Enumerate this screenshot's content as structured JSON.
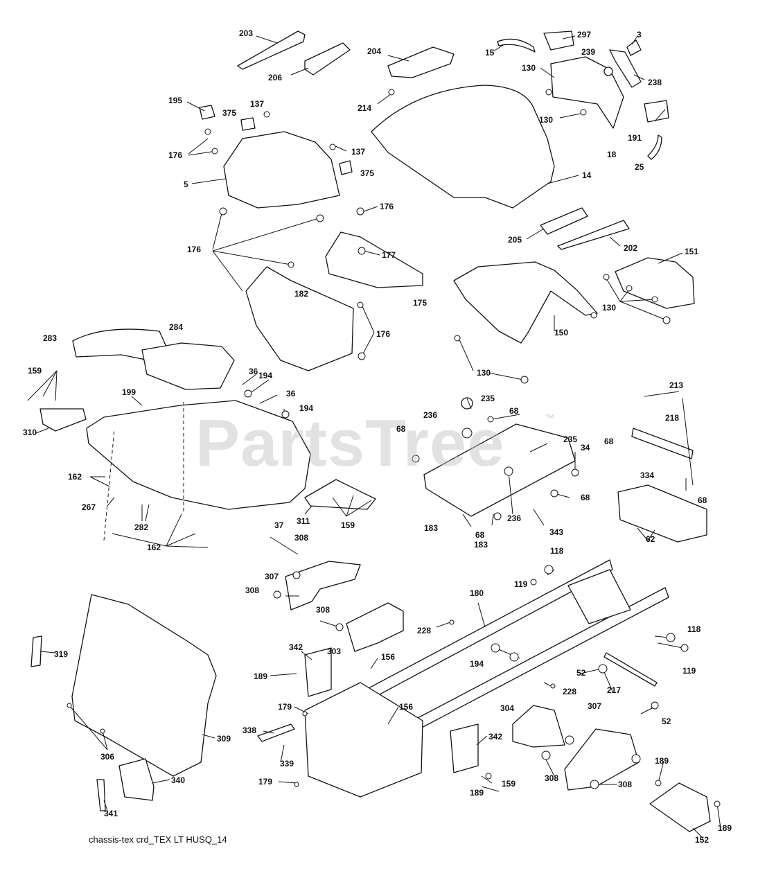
{
  "watermark": "PartsTree",
  "trademark": "™",
  "caption": "chassis-tex crd_TEX LT HUSQ_14",
  "callouts": [
    {
      "id": "c203",
      "text": "203"
    },
    {
      "id": "c206",
      "text": "206"
    },
    {
      "id": "c204",
      "text": "204"
    },
    {
      "id": "c15",
      "text": "15"
    },
    {
      "id": "c297",
      "text": "297"
    },
    {
      "id": "c3",
      "text": "3"
    },
    {
      "id": "c239",
      "text": "239"
    },
    {
      "id": "c238",
      "text": "238"
    },
    {
      "id": "c130a",
      "text": "130"
    },
    {
      "id": "c214",
      "text": "214"
    },
    {
      "id": "c130b",
      "text": "130"
    },
    {
      "id": "c191",
      "text": "191"
    },
    {
      "id": "c18",
      "text": "18"
    },
    {
      "id": "c25",
      "text": "25"
    },
    {
      "id": "c195",
      "text": "195"
    },
    {
      "id": "c375a",
      "text": "375"
    },
    {
      "id": "c137a",
      "text": "137"
    },
    {
      "id": "c176a",
      "text": "176"
    },
    {
      "id": "c137b",
      "text": "137"
    },
    {
      "id": "c375b",
      "text": "375"
    },
    {
      "id": "c5",
      "text": "5"
    },
    {
      "id": "c14",
      "text": "14"
    },
    {
      "id": "c176b",
      "text": "176"
    },
    {
      "id": "c176c",
      "text": "176"
    },
    {
      "id": "c177",
      "text": "177"
    },
    {
      "id": "c205",
      "text": "205"
    },
    {
      "id": "c202",
      "text": "202"
    },
    {
      "id": "c151",
      "text": "151"
    },
    {
      "id": "c175",
      "text": "175"
    },
    {
      "id": "c182",
      "text": "182"
    },
    {
      "id": "c130c",
      "text": "130"
    },
    {
      "id": "c150",
      "text": "150"
    },
    {
      "id": "c283",
      "text": "283"
    },
    {
      "id": "c284",
      "text": "284"
    },
    {
      "id": "c176d",
      "text": "176"
    },
    {
      "id": "c130d",
      "text": "130"
    },
    {
      "id": "c159a",
      "text": "159"
    },
    {
      "id": "c36a",
      "text": "36"
    },
    {
      "id": "c194a",
      "text": "194"
    },
    {
      "id": "c36b",
      "text": "36"
    },
    {
      "id": "c199",
      "text": "199"
    },
    {
      "id": "c194b",
      "text": "194"
    },
    {
      "id": "c235a",
      "text": "235"
    },
    {
      "id": "c213",
      "text": "213"
    },
    {
      "id": "c236a",
      "text": "236"
    },
    {
      "id": "c68a",
      "text": "68"
    },
    {
      "id": "c218",
      "text": "218"
    },
    {
      "id": "c310",
      "text": "310"
    },
    {
      "id": "c68b",
      "text": "68"
    },
    {
      "id": "c235b",
      "text": "235"
    },
    {
      "id": "c68c",
      "text": "68"
    },
    {
      "id": "c34",
      "text": "34"
    },
    {
      "id": "c162a",
      "text": "162"
    },
    {
      "id": "c334",
      "text": "334"
    },
    {
      "id": "c267",
      "text": "267"
    },
    {
      "id": "c68d",
      "text": "68"
    },
    {
      "id": "c68e",
      "text": "68"
    },
    {
      "id": "c282",
      "text": "282"
    },
    {
      "id": "c37",
      "text": "37"
    },
    {
      "id": "c311",
      "text": "311"
    },
    {
      "id": "c159b",
      "text": "159"
    },
    {
      "id": "c183a",
      "text": "183"
    },
    {
      "id": "c68f",
      "text": "68"
    },
    {
      "id": "c236b",
      "text": "236"
    },
    {
      "id": "c343",
      "text": "343"
    },
    {
      "id": "c162b",
      "text": "162"
    },
    {
      "id": "c62",
      "text": "62"
    },
    {
      "id": "c183b",
      "text": "183"
    },
    {
      "id": "c308a",
      "text": "308"
    },
    {
      "id": "c118a",
      "text": "118"
    },
    {
      "id": "c307a",
      "text": "307"
    },
    {
      "id": "c119a",
      "text": "119"
    },
    {
      "id": "c308b",
      "text": "308"
    },
    {
      "id": "c180",
      "text": "180"
    },
    {
      "id": "c308c",
      "text": "308"
    },
    {
      "id": "c228a",
      "text": "228"
    },
    {
      "id": "c118b",
      "text": "118"
    },
    {
      "id": "c319",
      "text": "319"
    },
    {
      "id": "c342a",
      "text": "342"
    },
    {
      "id": "c303",
      "text": "303"
    },
    {
      "id": "c156a",
      "text": "156"
    },
    {
      "id": "c194c",
      "text": "194"
    },
    {
      "id": "c119b",
      "text": "119"
    },
    {
      "id": "c189a",
      "text": "189"
    },
    {
      "id": "c52a",
      "text": "52"
    },
    {
      "id": "c228b",
      "text": "228"
    },
    {
      "id": "c217",
      "text": "217"
    },
    {
      "id": "c179a",
      "text": "179"
    },
    {
      "id": "c156b",
      "text": "156"
    },
    {
      "id": "c304",
      "text": "304"
    },
    {
      "id": "c307b",
      "text": "307"
    },
    {
      "id": "c52b",
      "text": "52"
    },
    {
      "id": "c338",
      "text": "338"
    },
    {
      "id": "c309",
      "text": "309"
    },
    {
      "id": "c306",
      "text": "306"
    },
    {
      "id": "c339",
      "text": "339"
    },
    {
      "id": "c342b",
      "text": "342"
    },
    {
      "id": "c189b",
      "text": "189"
    },
    {
      "id": "c308d",
      "text": "308"
    },
    {
      "id": "c308e",
      "text": "308"
    },
    {
      "id": "c340",
      "text": "340"
    },
    {
      "id": "c179b",
      "text": "179"
    },
    {
      "id": "c189c",
      "text": "189"
    },
    {
      "id": "c159c",
      "text": "159"
    },
    {
      "id": "c341",
      "text": "341"
    },
    {
      "id": "c189d",
      "text": "189"
    },
    {
      "id": "c152",
      "text": "152"
    }
  ]
}
